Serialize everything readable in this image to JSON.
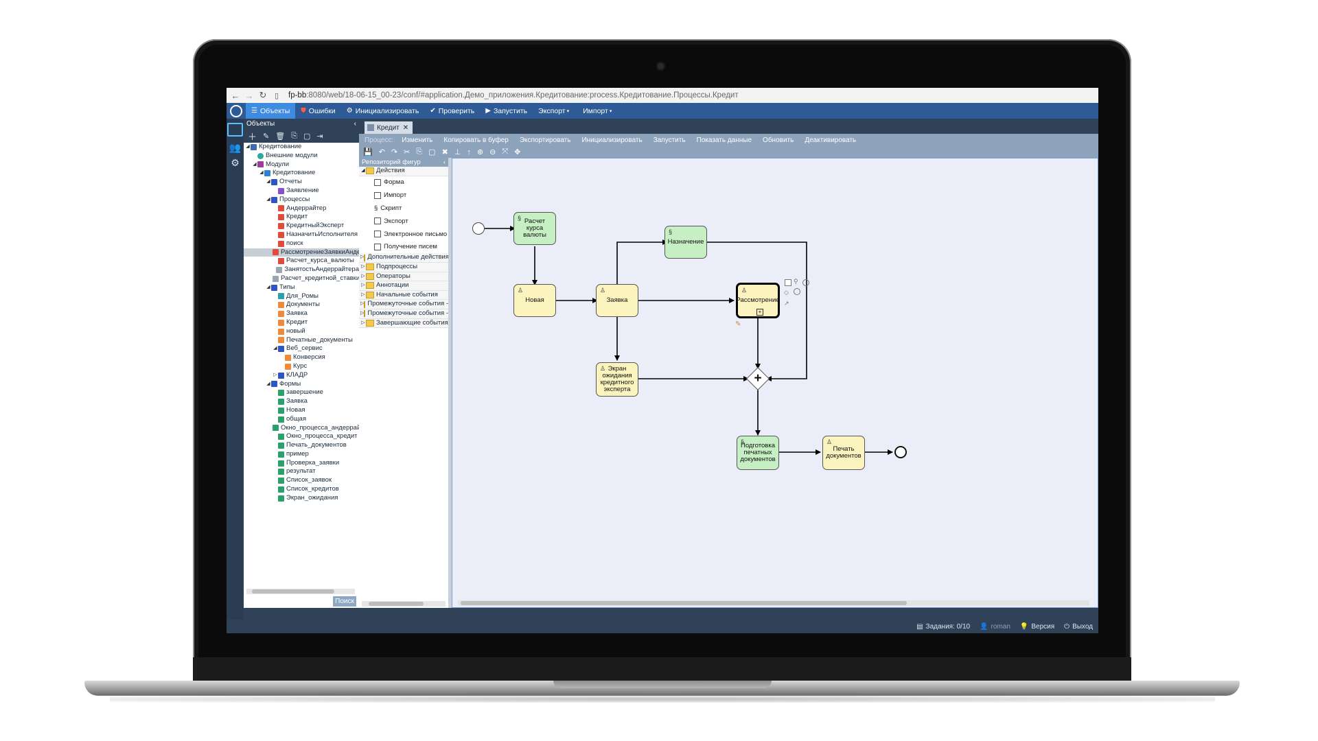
{
  "browser": {
    "url_host": "fp-bb",
    "url_rest": ":8080/web/18-06-15_00-23/conf/#application.Демо_приложения.Кредитование:process.Кредитование.Процессы.Кредит"
  },
  "appbar": {
    "objects": "Объекты",
    "errors": "Ошибки",
    "initialize": "Инициализировать",
    "check": "Проверить",
    "run": "Запустить",
    "export": "Экспорт",
    "import": "Импорт"
  },
  "tree": {
    "title": "Объекты",
    "search_button": "Поиск",
    "nodes": [
      "Кредитование",
      "Внешние модули",
      "Модули",
      "Кредитование",
      "Отчеты",
      "Заявление",
      "Процессы",
      "Андеррайтер",
      "Кредит",
      "КредитныйЭксперт",
      "НазначитьИсполнителя",
      "поиск",
      "РассмотрениеЗаявкиАндер",
      "Расчет_курса_валюты",
      "ЗанятостьАндеррайтера",
      "Расчет_кредитной_ставки",
      "Типы",
      "Для_Ромы",
      "Документы",
      "Заявка",
      "Кредит",
      "новый",
      "Печатные_документы",
      "Веб_сервис",
      "Конверсия",
      "Курс",
      "КЛАДР",
      "Формы",
      "завершение",
      "Заявка",
      "Новая",
      "общая",
      "Окно_процесса_андеррайтер",
      "Окно_процесса_кредит",
      "Печать_документов",
      "пример",
      "Проверка_заявки",
      "результат",
      "Список_заявок",
      "Список_кредитов",
      "Экран_ожидания"
    ]
  },
  "editor": {
    "tab_label": "Кредит",
    "toolbar_label": "Процесс:",
    "actions": [
      "Изменить",
      "Копировать в буфер",
      "Экспортировать",
      "Инициализировать",
      "Запустить",
      "Показать данные",
      "Обновить",
      "Деактивировать"
    ]
  },
  "repository": {
    "title": "Репозиторий фигур",
    "group_actions": "Действия",
    "items": [
      "Форма",
      "Импорт",
      "Скрипт",
      "Экспорт",
      "Электронное письмо",
      "Получение писем"
    ],
    "groups": [
      "Дополнительные действия",
      "Подпроцессы",
      "Операторы",
      "Аннотации",
      "Начальные события",
      "Промежуточные события - ос",
      "Промежуточные события - со",
      "Завершающие события"
    ]
  },
  "diagram": {
    "tasks": {
      "rate": "Расчет курса валюты",
      "assign": "Назначение",
      "new": "Новая",
      "request": "Заявка",
      "review": "Рассмотрение",
      "wait": "Экран ожидания кредитного эксперта",
      "prepare": "Подготовка печатных документов",
      "print": "Печать документов"
    }
  },
  "status": {
    "tasks": "Задания: 0/10",
    "user": "roman",
    "version": "Версия",
    "logout": "Выход"
  },
  "colors": {
    "appbar": "#2e5b96",
    "script_task": "#c6f0c4",
    "user_task": "#fbf4bf",
    "canvas": "#ebeef8"
  }
}
